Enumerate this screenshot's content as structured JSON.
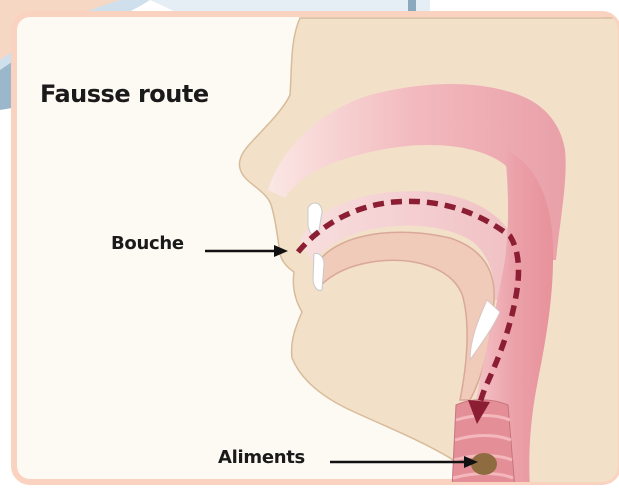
{
  "title": "Fausse route",
  "labels": {
    "mouth": "Bouche",
    "food": "Aliments"
  },
  "colors": {
    "panel_border": "#f9d3c0",
    "panel_background": "#fdf9f3",
    "skin": "#f2e0c8",
    "skin_outline": "#d8bc9a",
    "tissue_pink": "#e9a4ab",
    "tissue_light": "#f7d5d7",
    "food_path": "#8c1e33",
    "food_bolus": "#8f6b40",
    "arrow": "#111111"
  },
  "icons": {
    "food_path": "dashed-arrow",
    "label_pointer": "arrow-right"
  }
}
